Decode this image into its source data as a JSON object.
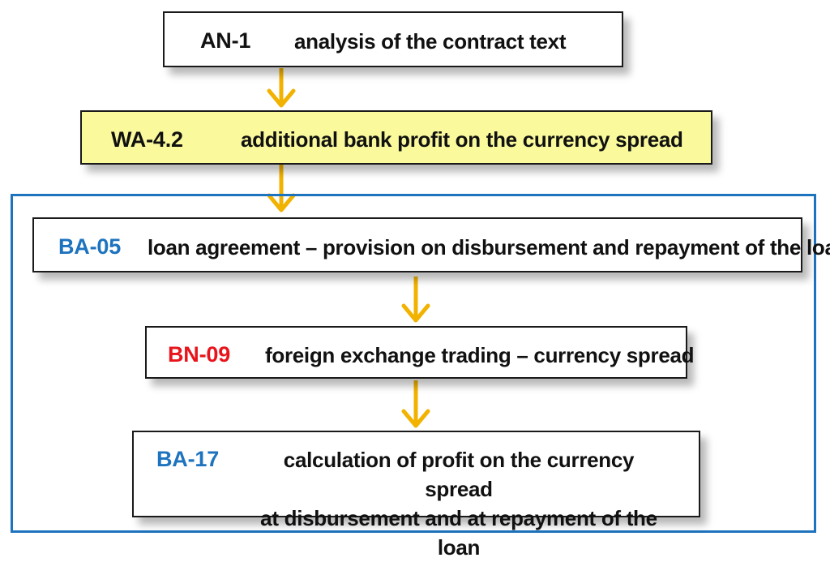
{
  "colors": {
    "highlight_fill": "#fafa9c",
    "frame_border": "#1e73be",
    "arrow": "#f2b200",
    "code_blue": "#1e73be",
    "code_red": "#e8141b",
    "code_black": "#111111"
  },
  "boxes": {
    "an1": {
      "code": "AN-1",
      "text": "analysis of the contract text"
    },
    "wa42": {
      "code": "WA-4.2",
      "text": "additional bank profit on the currency spread"
    },
    "ba05": {
      "code": "BA-05",
      "text": "loan agreement  – provision on disbursement and repayment of the loan"
    },
    "bn09": {
      "code": "BN-09",
      "text": "foreign exchange trading –  currency spread"
    },
    "ba17": {
      "code": "BA-17",
      "text_line1": "calculation of profit on the currency spread",
      "text_line2": "at disbursement and at repayment of the loan"
    }
  }
}
